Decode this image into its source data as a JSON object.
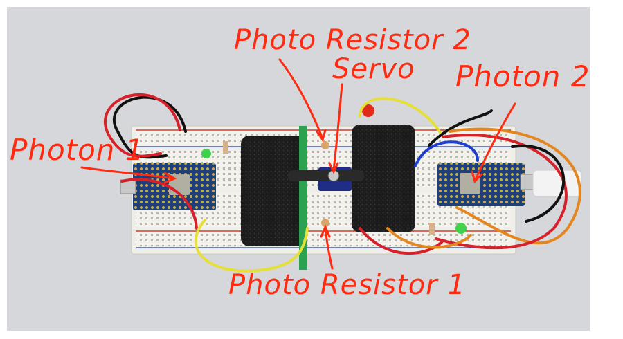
{
  "labels": {
    "photo_resistor_2": "Photo Resistor 2",
    "servo": "Servo",
    "photon_2": "Photon 2",
    "photon_1": "Photon 1",
    "photo_resistor_1": "Photo Resistor 1"
  },
  "colors": {
    "annotation": "#ff2a10",
    "background": "#ffffff",
    "table": "#d6d8db",
    "breadboard": "#efeee9",
    "foam": "#1a1a1a",
    "board": "#1d3f7a"
  }
}
